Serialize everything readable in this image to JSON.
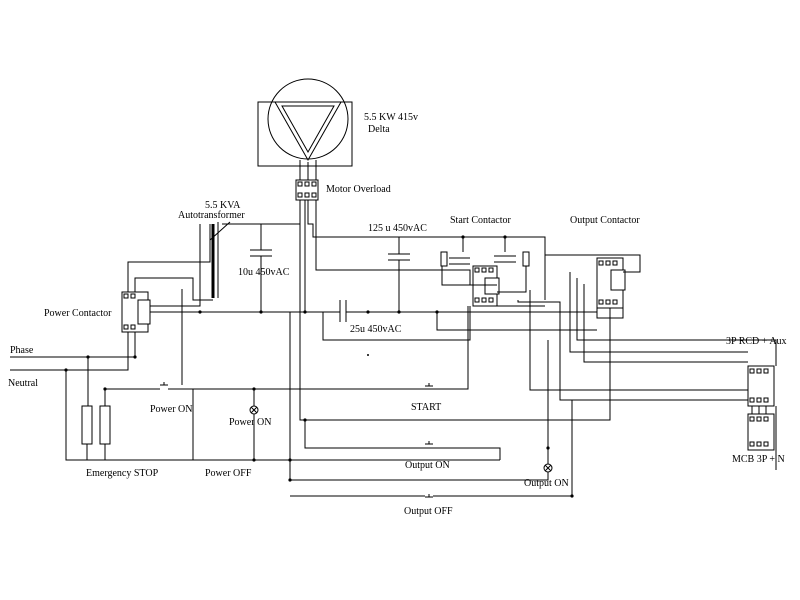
{
  "labels": {
    "motor_line1": "5.5 KW 415v",
    "motor_line2": "Delta",
    "motor_overload": "Motor Overload",
    "autotransformer_line1": "5.5 KVA",
    "autotransformer_line2": "Autotransformer",
    "cap_10u": "10u 450vAC",
    "cap_125u": "125 u 450vAC",
    "cap_25u": "25u 450vAC",
    "start_contactor": "Start Contactor",
    "output_contactor": "Output Contactor",
    "power_contactor": "Power Contactor",
    "phase": "Phase",
    "neutral": "Neutral",
    "rcd": "3P RCD + Aux",
    "mcb": "MCB 3P + N",
    "power_on_button": "Power ON",
    "power_on_lamp": "Power ON",
    "start": "START",
    "output_on_button": "Output ON",
    "output_on_lamp": "Output ON",
    "output_off": "Output OFF",
    "power_off": "Power OFF",
    "emergency_stop": "Emergency STOP"
  }
}
